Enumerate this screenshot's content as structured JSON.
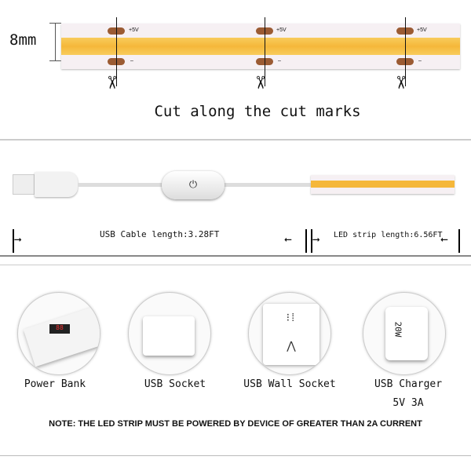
{
  "top": {
    "width_label": "8mm",
    "pad_plus": "+5V",
    "pad_minus": "–",
    "caption": "Cut along the cut marks"
  },
  "middle": {
    "usb_length": "USB Cable length:3.28FT",
    "strip_length": "LED strip length:6.56FT"
  },
  "devices": [
    {
      "label": "Power Bank",
      "icon": "power-bank"
    },
    {
      "label": "USB Socket",
      "icon": "usb-power-strip"
    },
    {
      "label": "USB Wall Socket",
      "icon": "wall-outlet"
    },
    {
      "label": "USB Charger",
      "sub": "5V 3A",
      "icon": "usb-charger",
      "charger_text": "20W"
    }
  ],
  "note": "NOTE: THE LED STRIP MUST BE POWERED BY DEVICE OF GREATER THAN 2A CURRENT",
  "colors": {
    "led": "#f5b73a",
    "pad": "#9b5b33",
    "strip": "#f6f0f3"
  }
}
